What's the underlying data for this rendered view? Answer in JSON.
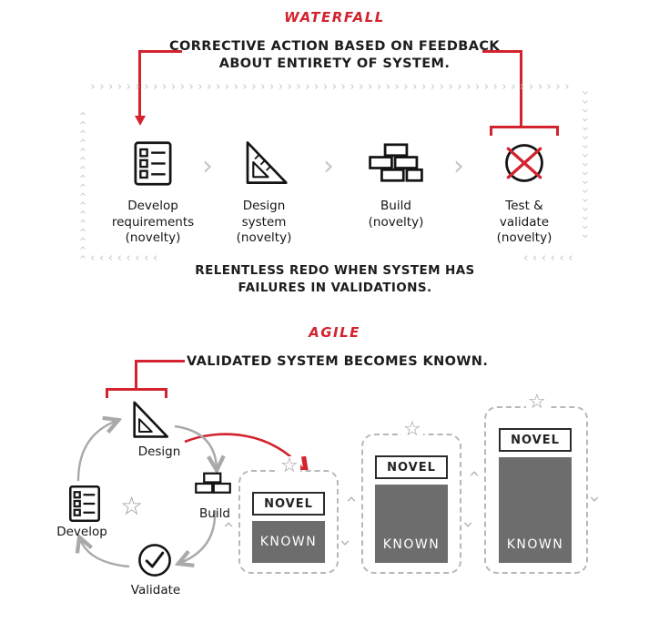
{
  "colors": {
    "accent": "#d2232e",
    "known": "#6d6d6d",
    "soft": "#c6c6c6"
  },
  "waterfall": {
    "title": "WATERFALL",
    "caption": "CORRECTIVE ACTION BASED ON FEEDBACK\nABOUT ENTIRETY OF SYSTEM.",
    "stages": [
      {
        "icon": "checklist-icon",
        "label": "Develop\nrequirements\n(novelty)"
      },
      {
        "icon": "set-square-icon",
        "label": "Design\nsystem\n(novelty)"
      },
      {
        "icon": "bricks-icon",
        "label": "Build\n(novelty)"
      },
      {
        "icon": "test-cross-icon",
        "label": "Test &\nvalidate\n(novelty)"
      }
    ],
    "footer": "RELENTLESS REDO WHEN SYSTEM HAS\nFAILURES IN VALIDATIONS."
  },
  "agile": {
    "title": "AGILE",
    "caption": "VALIDATED SYSTEM BECOMES KNOWN.",
    "cycle": {
      "design": "Design",
      "build": "Build",
      "validate": "Validate",
      "develop": "Develop"
    },
    "iterations": [
      {
        "novel": "NOVEL",
        "known": "KNOWN"
      },
      {
        "novel": "NOVEL",
        "known": "KNOWN"
      },
      {
        "novel": "NOVEL",
        "known": "KNOWN"
      }
    ]
  },
  "decor": {
    "chevron_right": "›",
    "chevron_left": "‹",
    "star": "☆"
  }
}
